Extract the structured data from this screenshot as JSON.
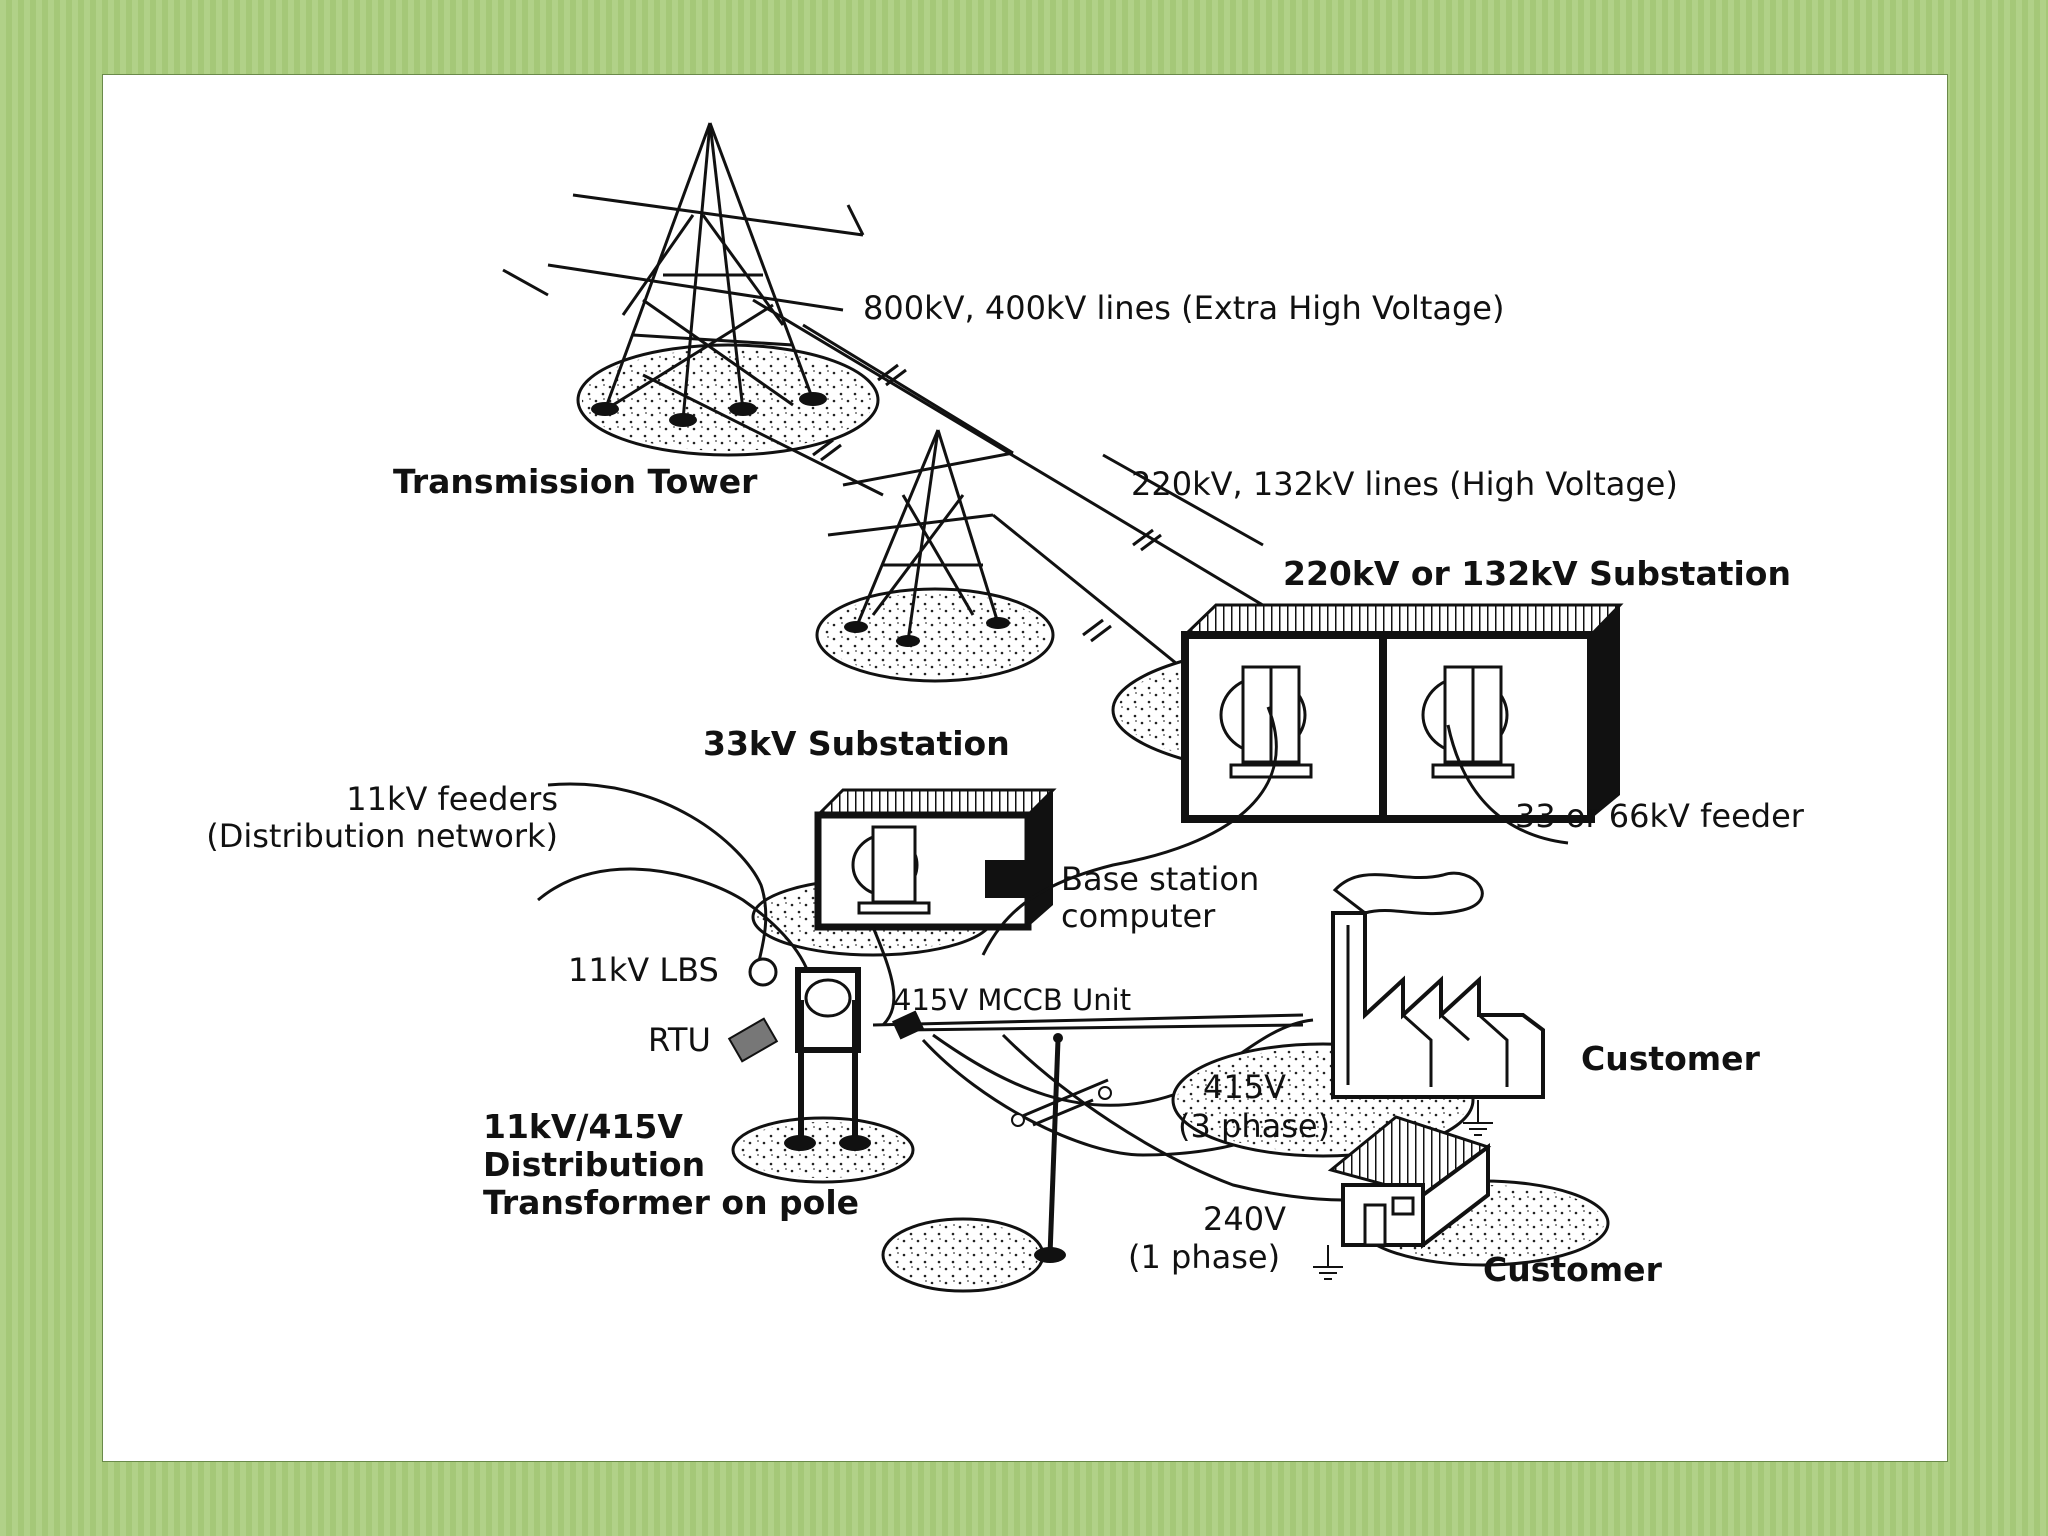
{
  "diagram": {
    "labels": {
      "ehv_lines": "800kV, 400kV lines (Extra High Voltage)",
      "transmission_tower": "Transmission Tower",
      "hv_lines": "220kV, 132kV lines (High Voltage)",
      "hv_substation": "220kV or 132kV Substation",
      "substation_33kv": "33kV Substation",
      "feeders_line1": "11kV feeders",
      "feeders_line2": "(Distribution network)",
      "feeder_33_66": "33 or 66kV feeder",
      "base_station_line1": "Base station",
      "base_station_line2": "computer",
      "lbs": "11kV LBS",
      "mccb": "415V MCCB Unit",
      "rtu": "RTU",
      "v415_line1": "415V",
      "v415_line2": "(3 phase)",
      "customer_factory": "Customer",
      "customer_house": "Customer",
      "transformer_line1": "11kV/415V",
      "transformer_line2": "Distribution",
      "transformer_line3": "Transformer on pole",
      "v240_line1": "240V",
      "v240_line2": "(1 phase)"
    }
  }
}
